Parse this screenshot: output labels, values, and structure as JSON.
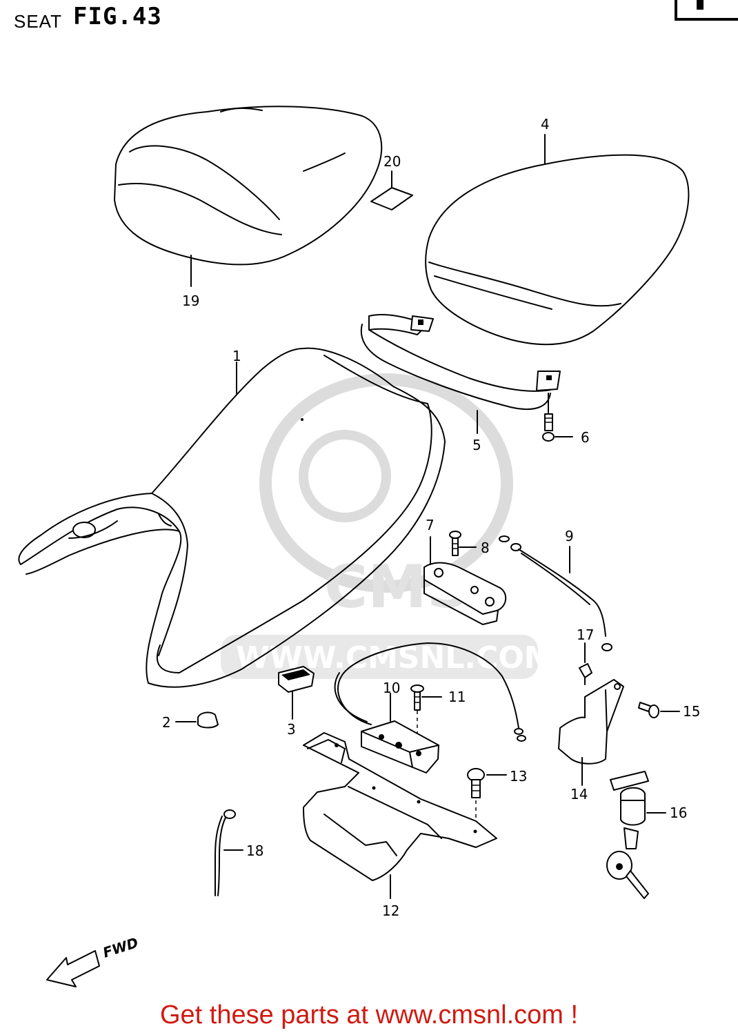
{
  "header": {
    "section": "SEAT",
    "figure": "FIG.43"
  },
  "watermark": {
    "brand": "CMS",
    "url": "WWW.CMSNL.COM"
  },
  "direction": {
    "label": "FWD"
  },
  "callouts": [
    {
      "id": "1",
      "label": "1"
    },
    {
      "id": "2",
      "label": "2"
    },
    {
      "id": "3",
      "label": "3"
    },
    {
      "id": "4",
      "label": "4"
    },
    {
      "id": "5",
      "label": "5"
    },
    {
      "id": "6",
      "label": "6"
    },
    {
      "id": "7",
      "label": "7"
    },
    {
      "id": "8",
      "label": "8"
    },
    {
      "id": "9",
      "label": "9"
    },
    {
      "id": "10",
      "label": "10"
    },
    {
      "id": "11",
      "label": "11"
    },
    {
      "id": "12",
      "label": "12"
    },
    {
      "id": "13",
      "label": "13"
    },
    {
      "id": "14",
      "label": "14"
    },
    {
      "id": "15",
      "label": "15"
    },
    {
      "id": "16",
      "label": "16"
    },
    {
      "id": "17",
      "label": "17"
    },
    {
      "id": "18",
      "label": "18"
    },
    {
      "id": "19",
      "label": "19"
    },
    {
      "id": "20",
      "label": "20"
    }
  ],
  "footer": {
    "text": "Get these parts at www.cmsnl.com !"
  },
  "colors": {
    "footer": "#d01a12",
    "watermark": "#e2e2e2",
    "lines": "#000000"
  }
}
